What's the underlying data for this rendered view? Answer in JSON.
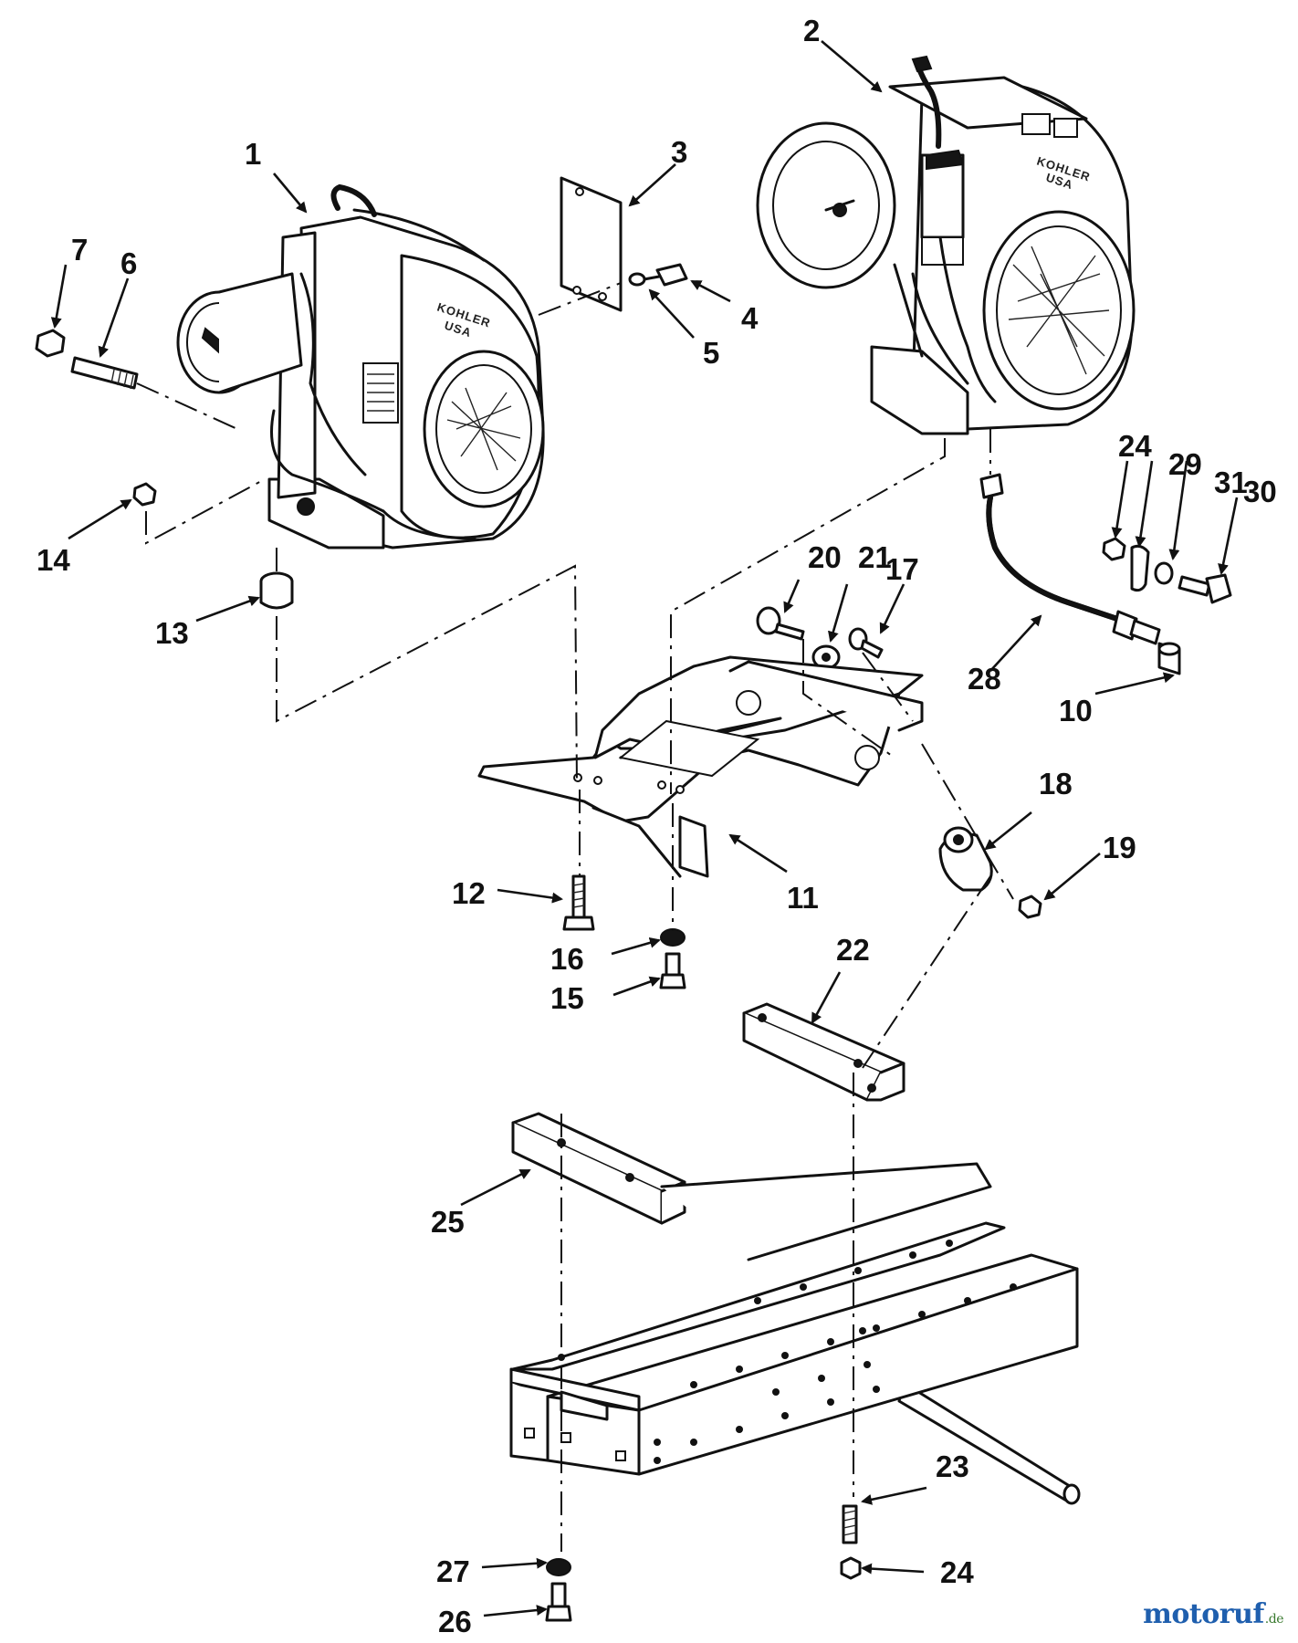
{
  "diagram": {
    "engine_labels": {
      "engine_1": "KOHLER",
      "engine_1_sub": "USA",
      "engine_2": "KOHLER",
      "engine_2_sub": "USA"
    },
    "callouts": [
      {
        "id": "c1",
        "label": "1"
      },
      {
        "id": "c2",
        "label": "2"
      },
      {
        "id": "c3",
        "label": "3"
      },
      {
        "id": "c4",
        "label": "4"
      },
      {
        "id": "c5",
        "label": "5"
      },
      {
        "id": "c6",
        "label": "6"
      },
      {
        "id": "c7",
        "label": "7"
      },
      {
        "id": "c10",
        "label": "10"
      },
      {
        "id": "c11",
        "label": "11"
      },
      {
        "id": "c12",
        "label": "12"
      },
      {
        "id": "c13",
        "label": "13"
      },
      {
        "id": "c14",
        "label": "14"
      },
      {
        "id": "c15",
        "label": "15"
      },
      {
        "id": "c16",
        "label": "16"
      },
      {
        "id": "c17",
        "label": "17"
      },
      {
        "id": "c18",
        "label": "18"
      },
      {
        "id": "c19",
        "label": "19"
      },
      {
        "id": "c20",
        "label": "20"
      },
      {
        "id": "c21",
        "label": "21"
      },
      {
        "id": "c22",
        "label": "22"
      },
      {
        "id": "c23",
        "label": "23"
      },
      {
        "id": "c24a",
        "label": "24"
      },
      {
        "id": "c24b",
        "label": "24"
      },
      {
        "id": "c25",
        "label": "25"
      },
      {
        "id": "c26",
        "label": "26"
      },
      {
        "id": "c27",
        "label": "27"
      },
      {
        "id": "c28",
        "label": "28"
      },
      {
        "id": "c29",
        "label": "29"
      },
      {
        "id": "c30",
        "label": "30"
      },
      {
        "id": "c31",
        "label": "31"
      }
    ]
  },
  "watermark": {
    "text": "motoruf",
    "suffix": ".de"
  }
}
